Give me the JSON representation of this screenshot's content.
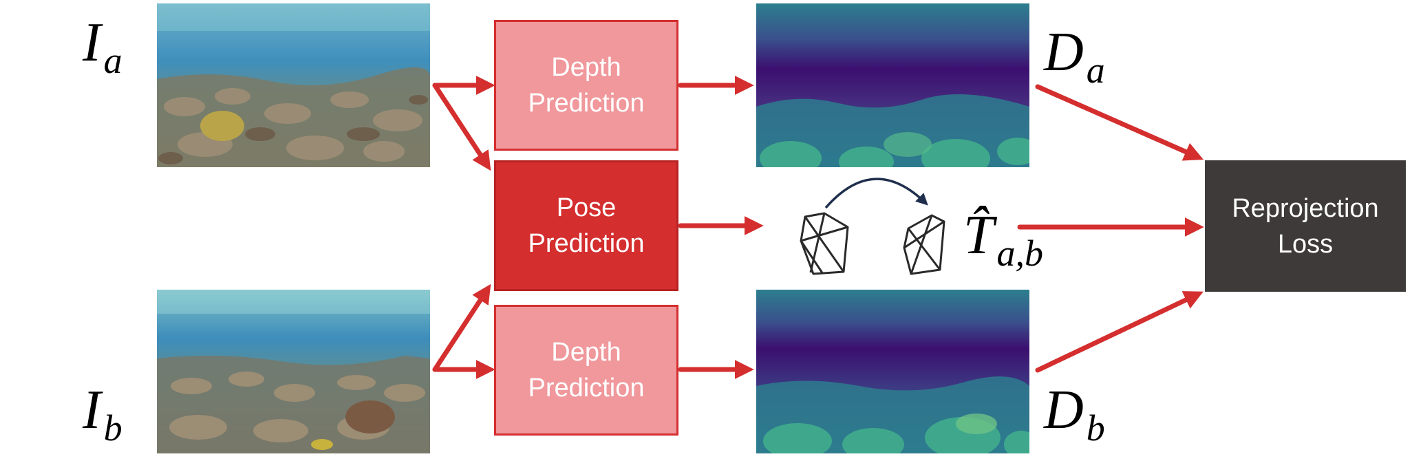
{
  "inputs": {
    "ia": {
      "main": "I",
      "sub": "a"
    },
    "ib": {
      "main": "I",
      "sub": "b"
    }
  },
  "outputs": {
    "da": {
      "main": "D",
      "sub": "a"
    },
    "db": {
      "main": "D",
      "sub": "b"
    },
    "pose": {
      "main": "T̂",
      "sub": "a,b"
    }
  },
  "boxes": {
    "depth_top": {
      "line1": "Depth",
      "line2": "Prediction"
    },
    "pose": {
      "line1": "Pose",
      "line2": "Prediction"
    },
    "depth_bottom": {
      "line1": "Depth",
      "line2": "Prediction"
    },
    "loss": {
      "line1": "Reprojection",
      "line2": "Loss"
    }
  },
  "colors": {
    "arrow": "#d42e2e",
    "depth_box": "#f0989c",
    "pose_box": "#d42e2e",
    "loss_box": "#3d3a39",
    "depth_map_far": "#3b0f6f",
    "depth_map_near": "#3fa88c",
    "underwater_top": "#4a9fc7"
  }
}
